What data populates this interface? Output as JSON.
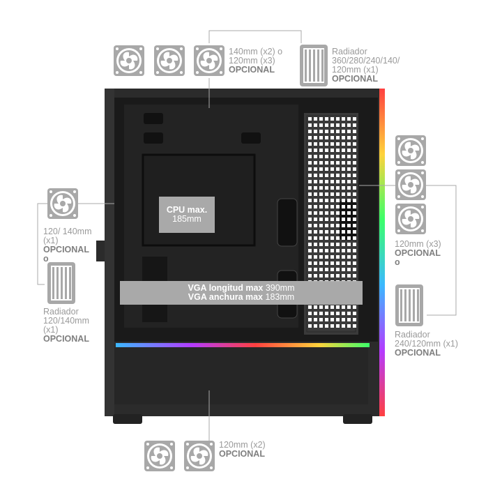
{
  "diagram": {
    "labels": {
      "top_fans": [
        "140mm (x2) o",
        "120mm (x3)"
      ],
      "top_fans_opt": "OPCIONAL",
      "top_rad": [
        "Radiador",
        "360/280/240/140/",
        "120mm (x1)"
      ],
      "top_rad_opt": "OPCIONAL",
      "rear_fan": [
        "120/ 140mm",
        "(x1)"
      ],
      "rear_fan_opt": "OPCIONAL",
      "rear_or": "o",
      "rear_rad": [
        "Radiador",
        "120/140mm",
        "(x1)"
      ],
      "rear_rad_opt": "OPCIONAL",
      "front_fans": "120mm (x3)",
      "front_fans_opt": "OPCIONAL",
      "front_or": "o",
      "front_rad": [
        "Radiador",
        "240/120mm (x1)"
      ],
      "front_rad_opt": "OPCIONAL",
      "bottom_fans": "120mm (x2)",
      "bottom_fans_opt": "OPCIONAL",
      "cpu": [
        "CPU max.",
        "185mm"
      ],
      "vga_len_bold": "VGA longitud max",
      "vga_len_val": "390mm",
      "vga_wid_bold": "VGA anchura max",
      "vga_wid_val": "183mm"
    },
    "colors": {
      "case": "#2b2b2b",
      "callout": "#a9a9a9",
      "label_text": "#9a9a9a",
      "rgb": [
        "#ff3b3b",
        "#ffd23b",
        "#3bff6a",
        "#3bb8ff",
        "#b43bff"
      ]
    }
  }
}
